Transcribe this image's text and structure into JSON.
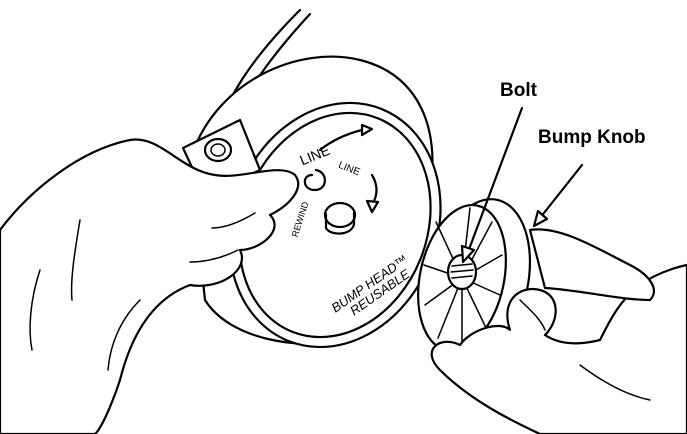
{
  "callouts": {
    "bolt": "Bolt",
    "bump_knob": "Bump Knob"
  },
  "head_markings": {
    "line_upper": "LINE",
    "line_inner": "LINE",
    "rewind": "REWIND",
    "brand_line1": "BUMP HEAD™",
    "brand_line2": "REUSABLE"
  },
  "icons": {
    "rotation_arrow": "curved-arrow-icon"
  },
  "colors": {
    "ink": "#000000",
    "paper": "#ffffff"
  }
}
